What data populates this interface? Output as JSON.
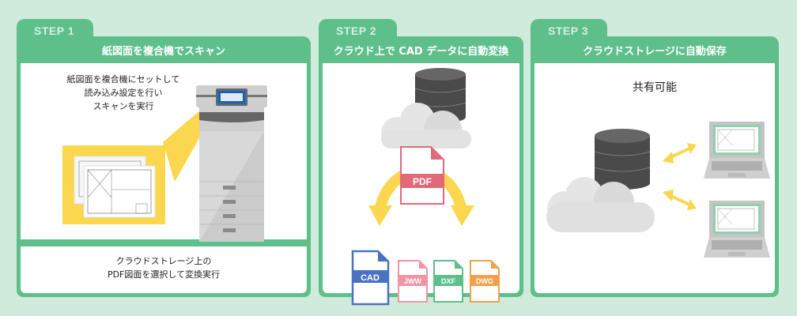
{
  "colors": {
    "background": "#d0eadb",
    "panel_green": "#5ebf8b",
    "tab_text": "#d6efe1",
    "accent_yellow": "#fbd64f",
    "database_dark": "#4a4a4a",
    "cloud_gray": "#e0e0e0",
    "pdf_red": "#e0697a",
    "cad_blue": "#4a72c2",
    "jww_pink": "#ef95a6",
    "dxf_green": "#5ebf8b",
    "dwg_orange": "#f0a24a"
  },
  "steps": [
    {
      "tab": "STEP 1",
      "title": "紙図面を複合機でスキャン",
      "description": [
        "紙図面を複合機にセットして",
        "読み込み設定を行い",
        "スキャンを実行"
      ],
      "illustration": "multifunction-printer-scanning-drawing",
      "sub_title": "クラウド上の PDF を選択",
      "sub_description": [
        "クラウドストレージ上の",
        "PDF図面を選択して変換実行"
      ]
    },
    {
      "tab": "STEP 2",
      "title": "クラウド上で CAD データに自動変換",
      "illustration": "cloud-database-pdf-conversion",
      "source_file": "PDF",
      "output_files": [
        "CAD",
        "JWW",
        "DXF",
        "DWG"
      ]
    },
    {
      "tab": "STEP 3",
      "title": "クラウドストレージに自動保存",
      "shared_label": "共有可能",
      "illustration": "cloud-database-sync-laptops"
    }
  ]
}
